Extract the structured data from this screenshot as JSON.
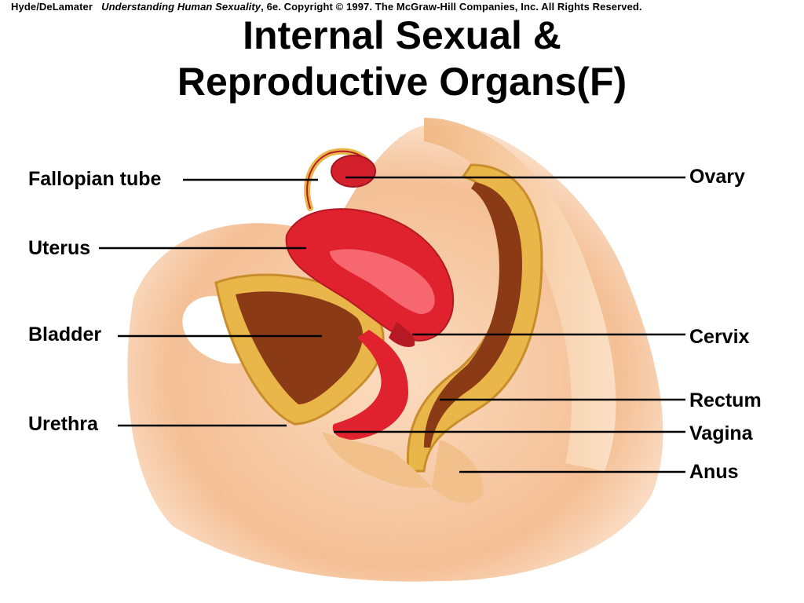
{
  "header": {
    "copyright_author": "Hyde/DeLamater",
    "copyright_book": "Understanding Human Sexuality",
    "copyright_rest": ", 6e.  Copyright © 1997. The McGraw-Hill Companies, Inc. All Rights Reserved."
  },
  "title": {
    "line1": "Internal Sexual &",
    "line2": "Reproductive Organs(F)"
  },
  "labels": {
    "fallopian_tube": "Fallopian tube",
    "uterus": "Uterus",
    "bladder": "Bladder",
    "urethra": "Urethra",
    "ovary": "Ovary",
    "cervix": "Cervix",
    "rectum": "Rectum",
    "vagina": "Vagina",
    "anus": "Anus"
  },
  "colors": {
    "skin": "#f6c9a0",
    "skin_light": "#fbe2c6",
    "tissue_yellow": "#e9b64a",
    "uterus_red": "#e0222e",
    "rectum_brown": "#8a3a14",
    "leader_line": "#000000"
  }
}
